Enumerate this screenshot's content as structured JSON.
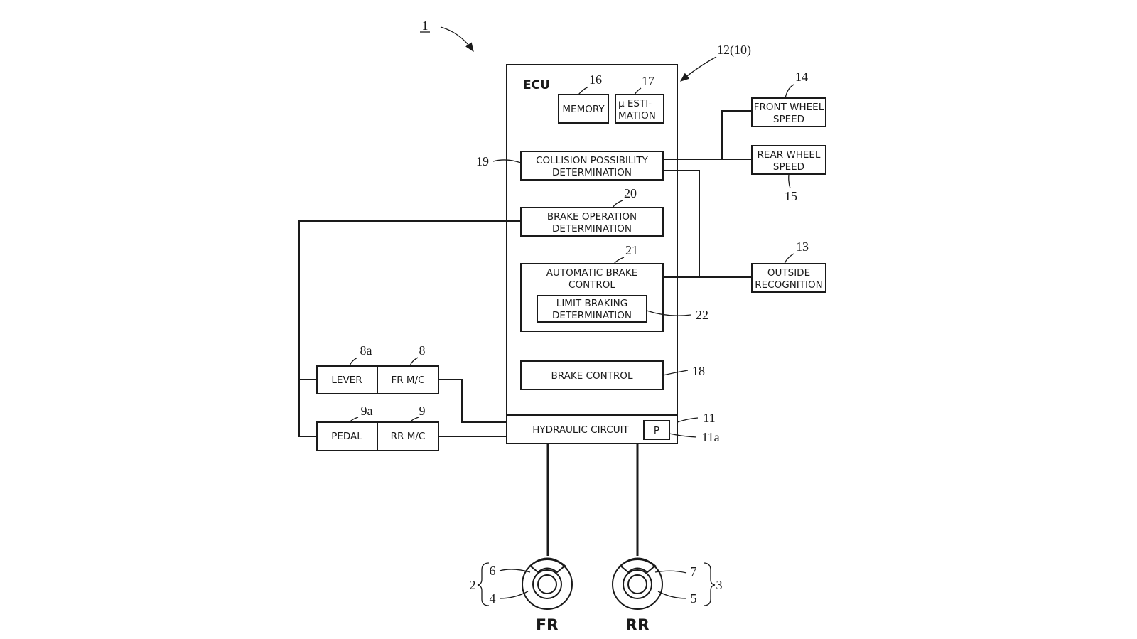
{
  "system_ref": "1",
  "ecu": {
    "title": "ECU",
    "ref": "12(10)"
  },
  "memory": {
    "label": "MEMORY",
    "ref": "16"
  },
  "mu_estimation": {
    "line1": "μ ESTI-",
    "line2": "MATION",
    "ref": "17"
  },
  "collision": {
    "line1": "COLLISION POSSIBILITY",
    "line2": "DETERMINATION",
    "ref": "19"
  },
  "brake_operation": {
    "line1": "BRAKE OPERATION",
    "line2": "DETERMINATION",
    "ref": "20"
  },
  "automatic_brake": {
    "line1": "AUTOMATIC BRAKE",
    "line2": "CONTROL",
    "ref": "21"
  },
  "limit_braking": {
    "line1": "LIMIT BRAKING",
    "line2": "DETERMINATION",
    "ref": "22"
  },
  "brake_control": {
    "label": "BRAKE CONTROL",
    "ref": "18"
  },
  "hydraulic": {
    "label": "HYDRAULIC CIRCUIT",
    "ref": "11",
    "pump_label": "P",
    "pump_ref": "11a"
  },
  "front_wheel_speed": {
    "line1": "FRONT WHEEL",
    "line2": "SPEED",
    "ref": "14"
  },
  "rear_wheel_speed": {
    "line1": "REAR WHEEL",
    "line2": "SPEED",
    "ref": "15"
  },
  "outside_recognition": {
    "line1": "OUTSIDE",
    "line2": "RECOGNITION",
    "ref": "13"
  },
  "lever": {
    "label": "LEVER",
    "ref": "8a"
  },
  "fr_mc": {
    "label": "FR M/C",
    "ref": "8"
  },
  "pedal": {
    "label": "PEDAL",
    "ref": "9a"
  },
  "rr_mc": {
    "label": "RR M/C",
    "ref": "9"
  },
  "front_wheel": {
    "label": "FR",
    "group_ref": "2",
    "caliper_ref": "6",
    "disc_ref": "4"
  },
  "rear_wheel": {
    "label": "RR",
    "group_ref": "3",
    "caliper_ref": "7",
    "disc_ref": "5"
  }
}
